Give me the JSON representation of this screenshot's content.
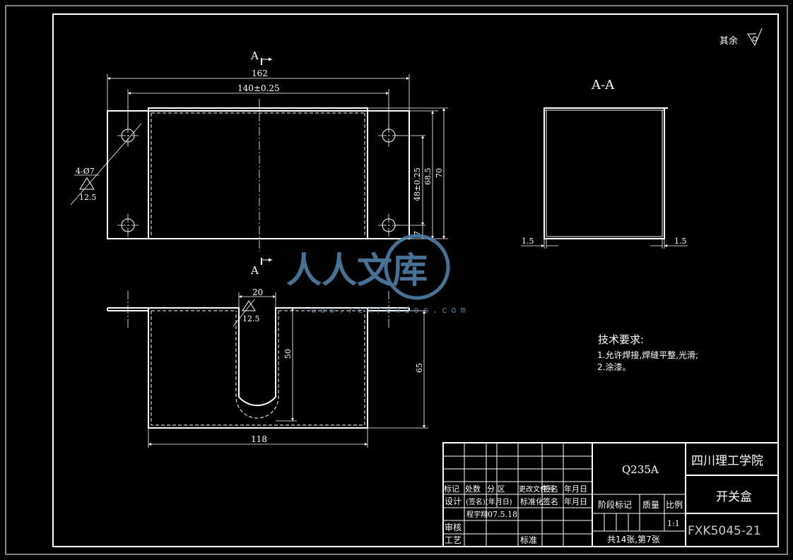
{
  "surface_mark": "其余",
  "section_label_top": "A",
  "section_label_bottom": "A",
  "section_view_title": "A-A",
  "dims": {
    "overall_width": "162",
    "hole_spacing": "140±0.25",
    "hole_callout": "4-Ø7",
    "roughness_1": "12.5",
    "hole_vertical_spacing": "48±0.25",
    "inner_height": "68.5",
    "outer_height": "70",
    "edge_offset": "7",
    "slot_width": "20",
    "roughness_2": "12.5",
    "slot_depth": "50",
    "box_height": "65",
    "box_width": "118",
    "wall_left": "1.5",
    "wall_right": "1.5"
  },
  "tech_requirements": {
    "title": "技术要求:",
    "items": [
      "1.允许焊接,焊缝平整,光滑;",
      "2.涂漆。"
    ]
  },
  "watermark": {
    "text": "人人文库",
    "url": "www.renrendoc.com"
  },
  "title_block": {
    "material": "Q235A",
    "school": "四川理工学院",
    "part_name": "开关盒",
    "drawing_no": "FXK5045-21",
    "row_labels": [
      "标记",
      "处数",
      "分 区",
      "更改文件号",
      "签名",
      "年月日"
    ],
    "design": "设计",
    "sign_date": "(签名)(年月日)",
    "designer": "程宇翔",
    "date": "07.5.18",
    "standardize": "标准化",
    "sign": "签名",
    "date_col": "年月日",
    "review": "审核",
    "process": "工艺",
    "approve": "标准",
    "stage_mark": "阶段标记",
    "mass": "质量",
    "scale_label": "比例",
    "scale": "1:1",
    "sheets": "共14张,第7张"
  }
}
